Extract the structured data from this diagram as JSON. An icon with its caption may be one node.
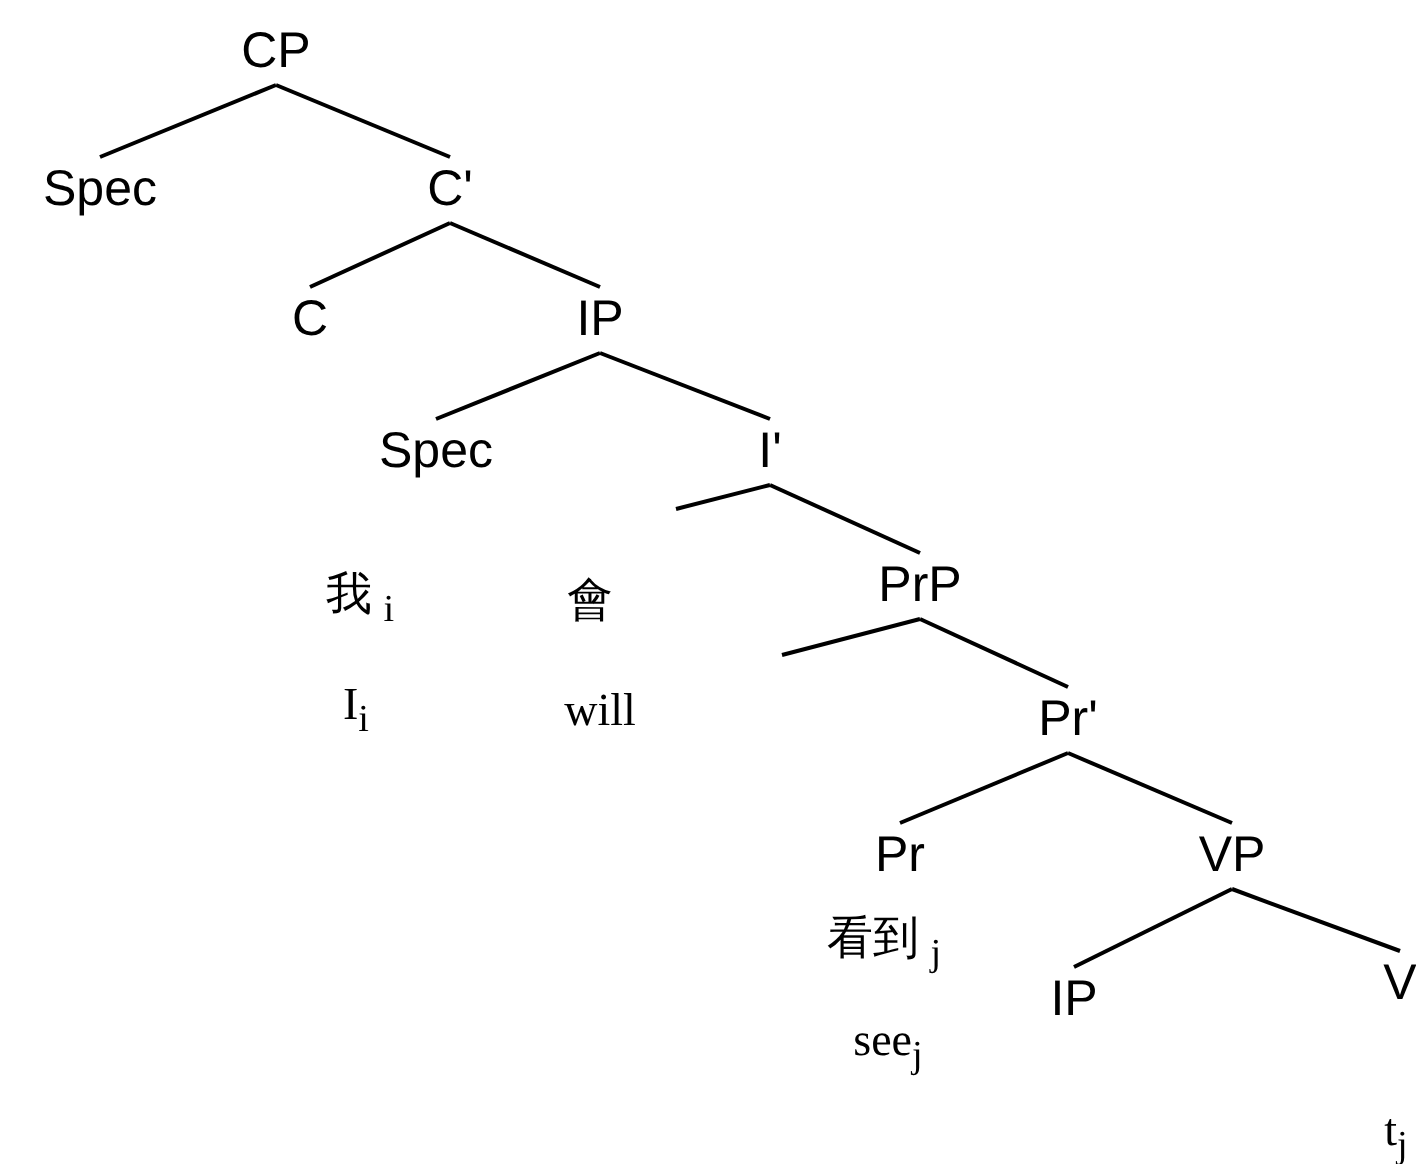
{
  "diagram": {
    "nodes": [
      {
        "text": [
          "CP"
        ]
      },
      {
        "text": [
          "Spec"
        ]
      },
      {
        "text": [
          "C'"
        ]
      },
      {
        "text": [
          "C"
        ]
      },
      {
        "text": [
          "IP"
        ]
      },
      {
        "text": [
          "Spec"
        ]
      },
      {
        "text": [
          "I'"
        ]
      },
      {
        "text": [
          "PrP"
        ]
      },
      {
        "text": [
          "Pr'"
        ]
      },
      {
        "text": [
          "Pr"
        ]
      },
      {
        "text": [
          "VP"
        ]
      },
      {
        "text": [
          "IP"
        ]
      },
      {
        "text": [
          "V"
        ]
      }
    ],
    "edges": [
      {
        "from": 0,
        "to": 1,
        "arrow": "none"
      },
      {
        "from": 0,
        "to": 2,
        "arrow": "none"
      },
      {
        "from": 2,
        "to": 3,
        "arrow": "none"
      },
      {
        "from": 2,
        "to": 4,
        "arrow": "none"
      },
      {
        "from": 4,
        "to": 5,
        "arrow": "none"
      },
      {
        "from": 4,
        "to": 6,
        "arrow": "none"
      },
      {
        "from": 6,
        "to": null,
        "arrow": "none"
      },
      {
        "from": 6,
        "to": 7,
        "arrow": "none"
      },
      {
        "from": 7,
        "to": null,
        "arrow": "none"
      },
      {
        "from": 7,
        "to": 8,
        "arrow": "none"
      },
      {
        "from": 8,
        "to": 9,
        "arrow": "none"
      },
      {
        "from": 8,
        "to": 10,
        "arrow": "none"
      },
      {
        "from": 10,
        "to": 11,
        "arrow": "none"
      },
      {
        "from": 10,
        "to": 12,
        "arrow": "none"
      }
    ],
    "labels": [
      "我 $_{i}$",
      "會",
      "I$_{i}$",
      "will",
      "看到 $_{j}$",
      "see$_{j}$",
      "t$_{j}$"
    ]
  }
}
